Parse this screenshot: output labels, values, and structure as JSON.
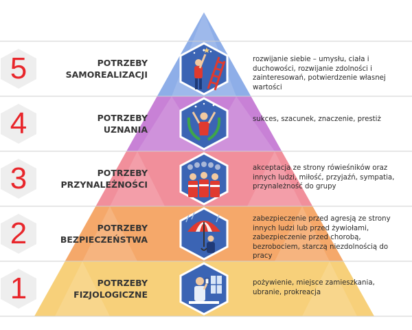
{
  "colors": {
    "number": "#e8262b",
    "hex_bg": "#eeeeee",
    "icon_bg": "#3b64b4",
    "icon_border": "#ffffff",
    "figure_red": "#e03a2f",
    "divider": "#cfcfcf",
    "level_colors": [
      "#f7d07a",
      "#f5a86a",
      "#f18f9b",
      "#c881d6",
      "#8eaee8"
    ]
  },
  "levels": [
    {
      "number": "5",
      "title_line1": "POTRZEBY",
      "title_line2": "SAMOREALIZACJI",
      "icon": "ladder-stars-icon",
      "description": "rozwijanie siebie – umysłu, ciała i duchowości, rozwijanie zdolności i zainteresowań, potwierdzenie własnej wartości"
    },
    {
      "number": "4",
      "title_line1": "POTRZEBY",
      "title_line2": "UZNANIA",
      "icon": "laurel-winner-icon",
      "description": "sukces, szacunek, znaczenie, prestiż"
    },
    {
      "number": "3",
      "title_line1": "POTRZEBY",
      "title_line2": "PRZYNALEŻNOŚCI",
      "icon": "crowd-fans-icon",
      "description": "akceptacja ze strony rówieśników oraz innych ludzi, miłość, przyjaźń, sympatia, przynależność do grupy"
    },
    {
      "number": "2",
      "title_line1": "POTRZEBY",
      "title_line2": "BEZPIECZEŃSTWA",
      "icon": "umbrella-person-icon",
      "description": "zabezpieczenie przed agresją ze strony innych ludzi lub przed żywiołami, zabezpieczenie przed chorobą, bezrobociem, starczą niezdolnością do pracy"
    },
    {
      "number": "1",
      "title_line1": "POTRZEBY",
      "title_line2": "FIZJOLOGICZNE",
      "icon": "person-drinking-icon",
      "description": "pożywienie, miejsce zamieszkania, ubranie, prokreacja"
    }
  ]
}
